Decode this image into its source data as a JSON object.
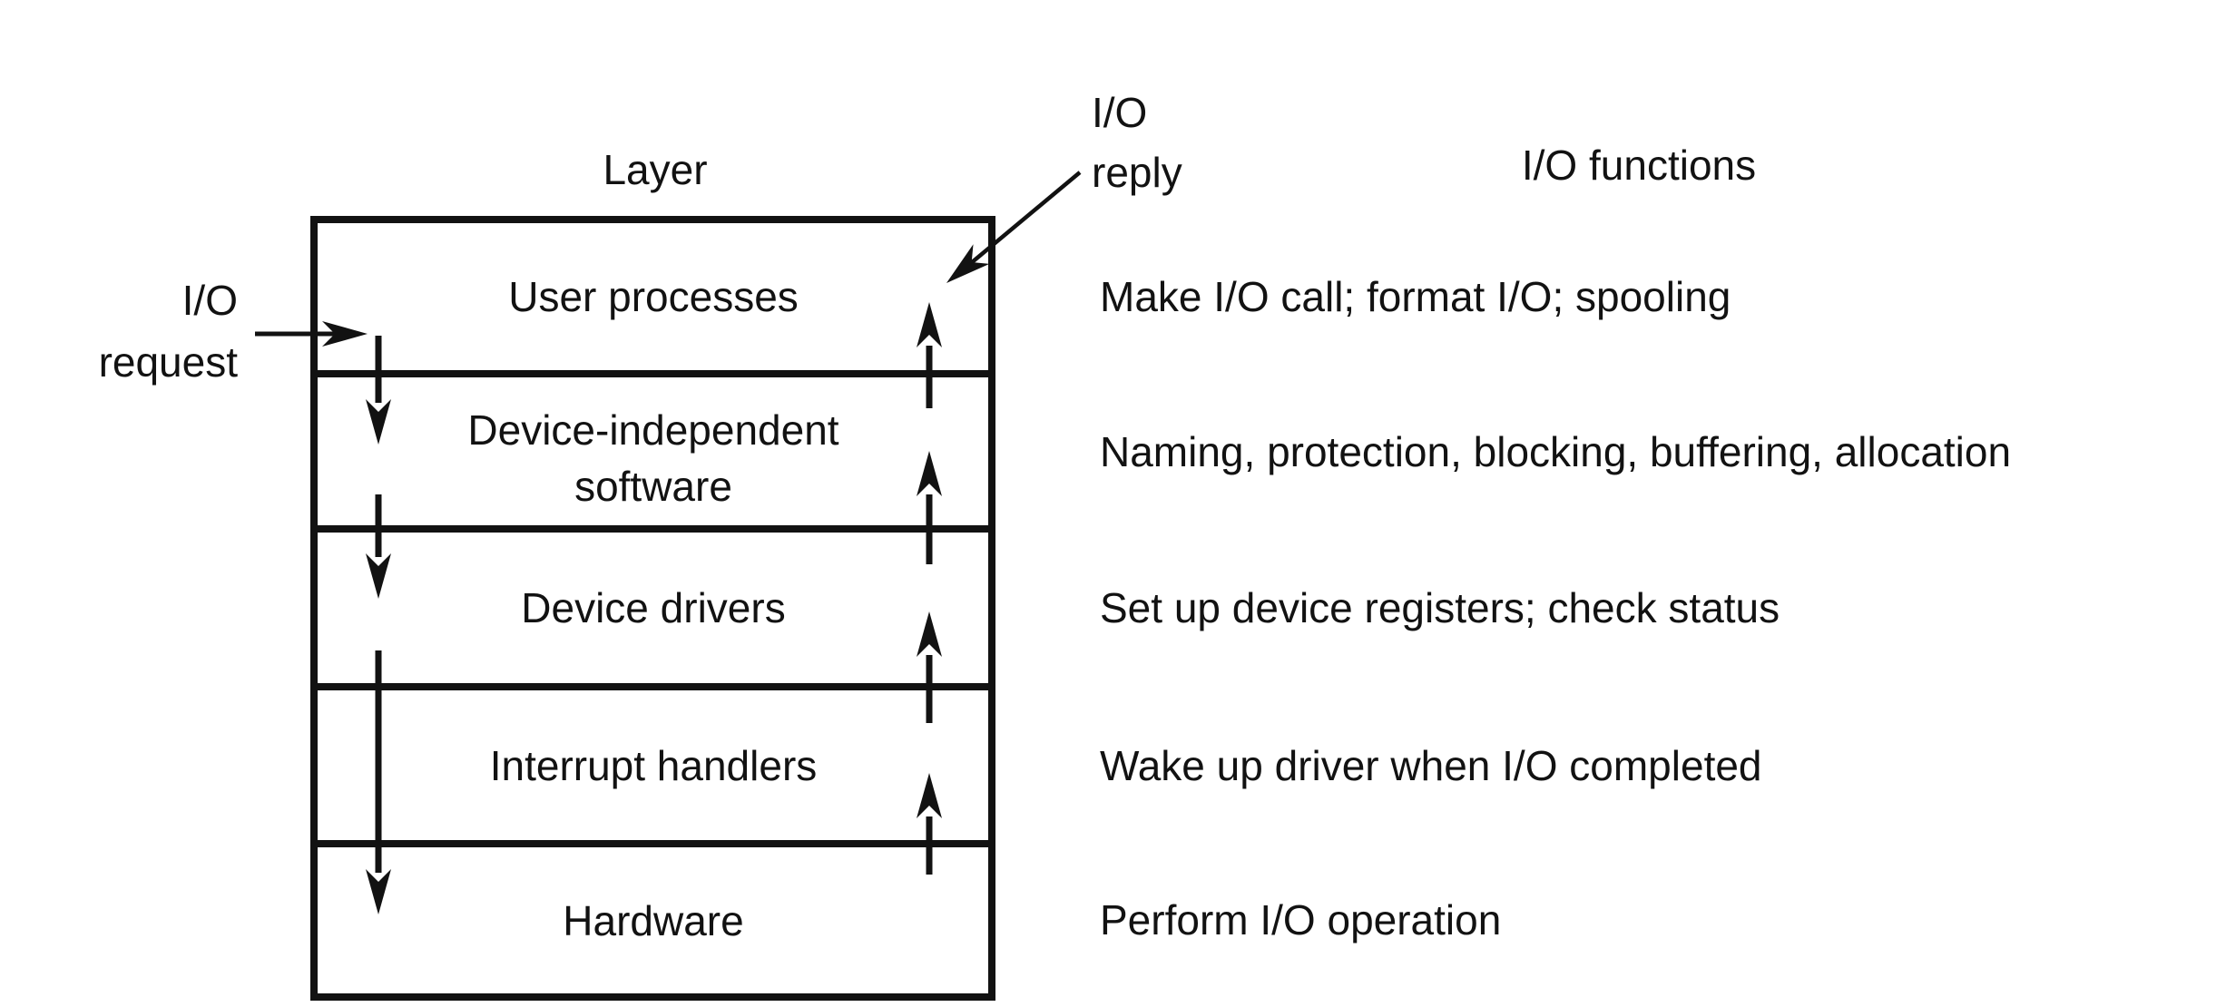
{
  "diagram": {
    "title_context": "Layers of the I/O software system",
    "background_color": "#ffffff",
    "ink_color": "#121212",
    "headers": {
      "layer_column": "Layer",
      "functions_column": "I/O functions"
    },
    "flow_labels": {
      "request": [
        "I/O",
        "request"
      ],
      "reply": [
        "I/O",
        "reply"
      ]
    },
    "layers": [
      {
        "label_lines": [
          "User processes"
        ],
        "function": "Make I/O call; format I/O; spooling"
      },
      {
        "label_lines": [
          "Device-independent",
          "software"
        ],
        "function": "Naming, protection, blocking, buffering, allocation"
      },
      {
        "label_lines": [
          "Device drivers"
        ],
        "function": "Set up device registers; check status"
      },
      {
        "label_lines": [
          "Interrupt handlers"
        ],
        "function": "Wake up driver when I/O completed"
      },
      {
        "label_lines": [
          "Hardware"
        ],
        "function": "Perform I/O operation"
      }
    ],
    "flow_semantics": {
      "request_path": "down through layers 1-2-3 then directly to hardware",
      "reply_path": "up through layers 5-4-3-2-1"
    }
  }
}
